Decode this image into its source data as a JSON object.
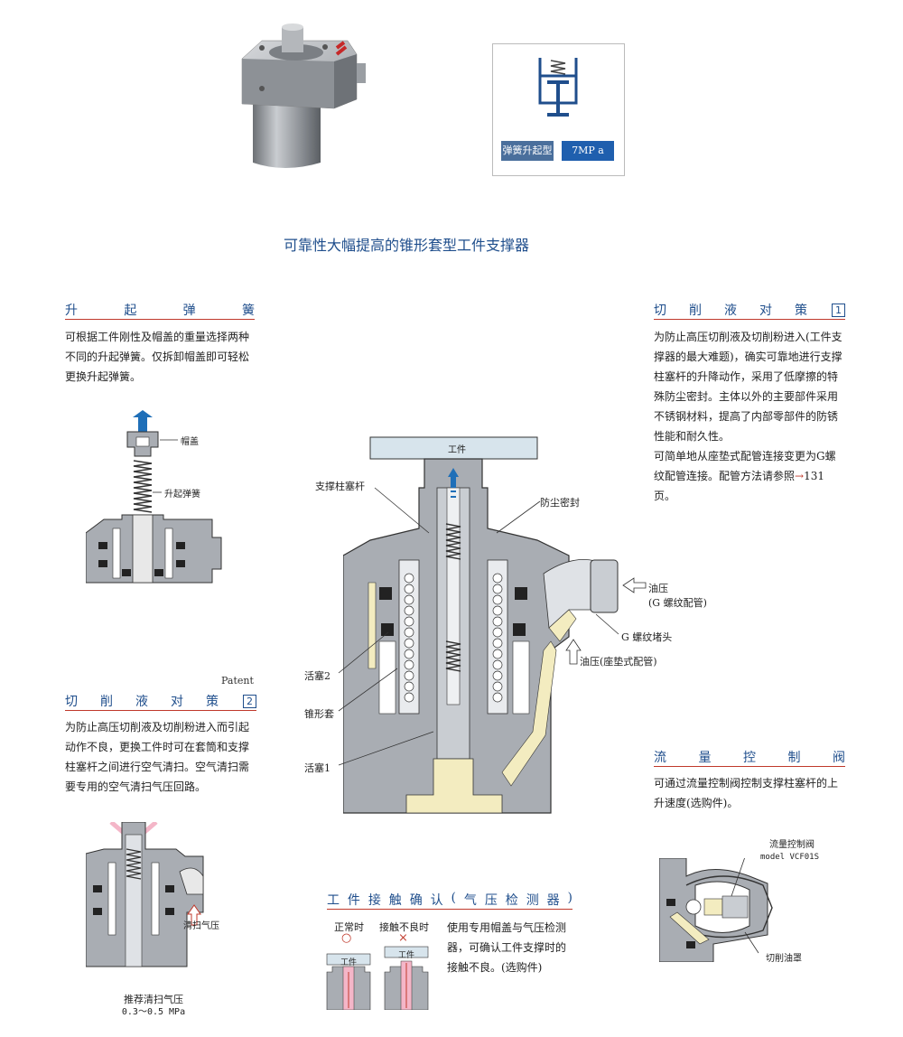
{
  "badge": {
    "type_label": "弹簧升起型",
    "pressure_label": "7MP a"
  },
  "main_title": "可靠性大幅提高的锥形套型工件支撑器",
  "spring_section": {
    "title": "升起弹簧",
    "text": "可根据工件刚性及帽盖的重量选择两种不同的升起弹簧。仅拆卸帽盖即可轻松更换升起弹簧。",
    "label_cap": "帽盖",
    "label_spring": "升起弹簧"
  },
  "coolant_section_2": {
    "patent": "Patent",
    "title": "切削液对策",
    "num": "2",
    "text": "为防止高压切削液及切削粉进入而引起动作不良，更换工件时可在套筒和支撑柱塞杆之间进行空气清扫。空气清扫需要专用的空气清扫气压回路。",
    "label_air": "清扫气压",
    "caption_line1": "推荐清扫气压",
    "caption_line2": "0.3～0.5 MPa"
  },
  "coolant_section_1": {
    "title": "切削液对策",
    "num": "1",
    "text": "为防止高压切削液及切削粉进入(工件支撑器的最大难题)，确实可靠地进行支撑柱塞杆的升降动作，采用了低摩擦的特殊防尘密封。主体以外的主要部件采用不锈钢材料，提高了内部零部件的防锈性能和耐久性。",
    "text2_prefix": "可简单地从座垫式配管连接变更为G螺纹配管连接。配管方法请参照",
    "text2_suffix": "131页。"
  },
  "main_diagram": {
    "workpiece": "工件",
    "plunger": "支撑柱塞杆",
    "dust_seal": "防尘密封",
    "oil_pressure_g_1": "油压",
    "oil_pressure_g_2": "(G 螺纹配管)",
    "g_plug": "G 螺纹堵头",
    "oil_pressure_pad": "油压(座垫式配管)",
    "piston2": "活塞2",
    "taper_sleeve": "锥形套",
    "piston1": "活塞1"
  },
  "flow_section": {
    "title": "流量控制阀",
    "text": "可通过流量控制阀控制支撑柱塞杆的上升速度(选购件)。",
    "label_valve_1": "流量控制阀",
    "label_valve_2": "model VCF01S",
    "label_cover": "切削油罩"
  },
  "contact_section": {
    "title": "工件接触确认(气压检测器)",
    "normal": "正常时",
    "normal_mark": "○",
    "bad": "接触不良时",
    "bad_mark": "×",
    "work": "工件",
    "text": "使用专用帽盖与气压检测器，可确认工件支撑时的接触不良。(选购件)"
  },
  "colors": {
    "accent_blue": "#1f4e8c",
    "accent_red": "#c0392b",
    "body_gray": "#a9adb3",
    "oil_yellow": "#f3ecc0"
  }
}
